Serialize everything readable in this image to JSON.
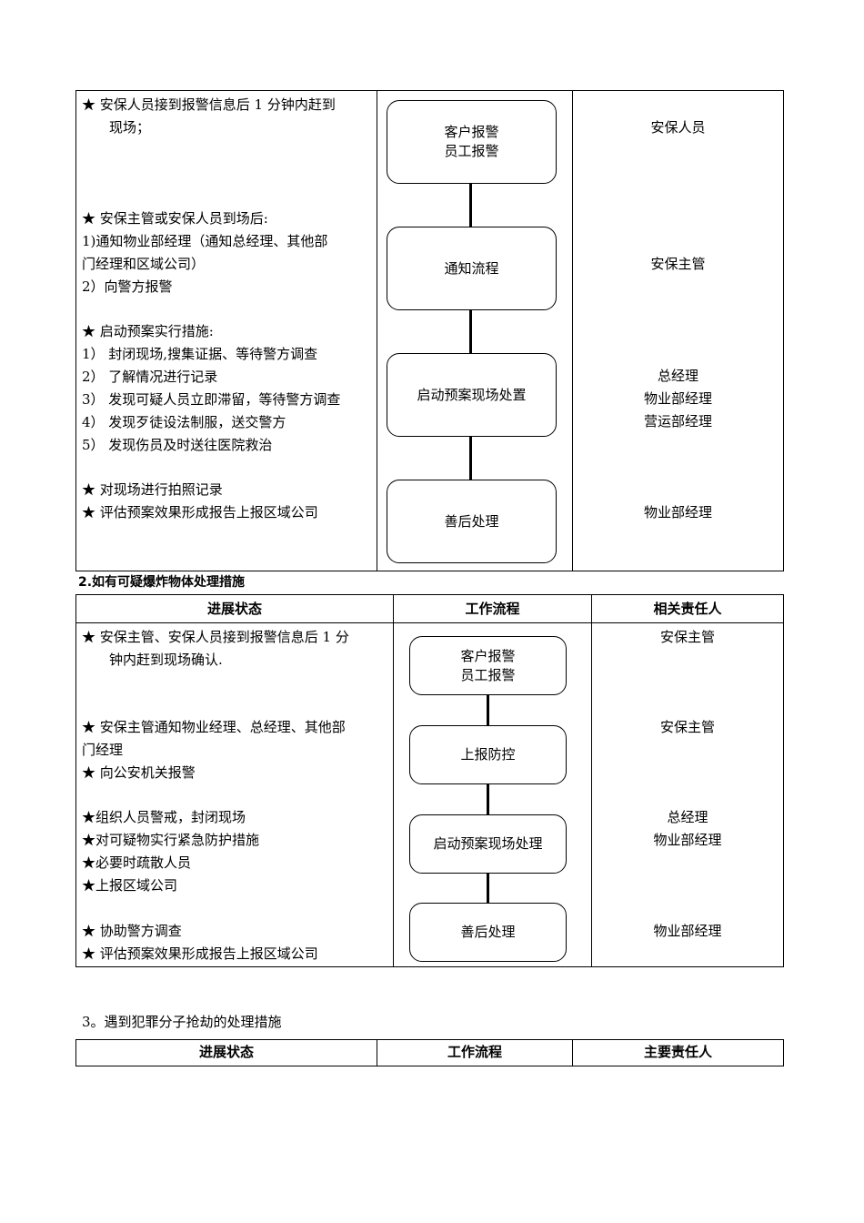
{
  "table1": {
    "status_lines_a": [
      "★  安保人员接到报警信息后 1 分钟内赶到",
      "现场；"
    ],
    "status_lines_b": [
      "★ 安保主管或安保人员到场后:",
      "1)通知物业部经理（通知总经理、其他部",
      "门经理和区域公司）",
      "2）向警方报警"
    ],
    "status_lines_c": [
      "★  启动预案实行措施:",
      "1） 封闭现场,搜集证据、等待警方调查",
      "2） 了解情况进行记录",
      "3） 发现可疑人员立即滞留，等待警方调查",
      "4） 发现歹徒设法制服，送交警方",
      "5） 发现伤员及时送往医院救治"
    ],
    "status_lines_d": [
      "★  对现场进行拍照记录",
      "★  评估预案效果形成报告上报区域公司"
    ],
    "flow": [
      {
        "lines": [
          "客户报警",
          "员工报警"
        ]
      },
      {
        "lines": [
          "通知流程"
        ]
      },
      {
        "lines": [
          "启动预案现场处置"
        ]
      },
      {
        "lines": [
          "善后处理"
        ]
      }
    ],
    "responsible": [
      [
        "安保人员"
      ],
      [
        "安保主管"
      ],
      [
        "总经理",
        "物业部经理",
        "营运部经理"
      ],
      [
        "物业部经理"
      ]
    ]
  },
  "section2": {
    "title": "2.如有可疑爆炸物体处理措施",
    "headers": [
      "进展状态",
      "工作流程",
      "相关责任人"
    ],
    "status_lines_a": [
      "★  安保主管、安保人员接到报警信息后 1 分",
      "钟内赶到现场确认."
    ],
    "status_lines_b": [
      "★ 安保主管通知物业经理、总经理、其他部",
      "门经理",
      "★ 向公安机关报警"
    ],
    "status_lines_c": [
      "★组织人员警戒，封闭现场",
      "★对可疑物实行紧急防护措施",
      "★必要时疏散人员",
      "★上报区域公司"
    ],
    "status_lines_d": [
      "★  协助警方调查",
      "★  评估预案效果形成报告上报区域公司"
    ],
    "flow": [
      {
        "lines": [
          "客户报警",
          "员工报警"
        ]
      },
      {
        "lines": [
          "上报防控"
        ]
      },
      {
        "lines": [
          "启动预案现场处理"
        ]
      },
      {
        "lines": [
          "善后处理"
        ]
      }
    ],
    "responsible": [
      [
        "安保主管"
      ],
      [
        "安保主管"
      ],
      [
        "总经理",
        "物业部经理"
      ],
      [
        "物业部经理"
      ]
    ]
  },
  "section3": {
    "title": "3。遇到犯罪分子抢劫的处理措施",
    "headers": [
      "进展状态",
      "工作流程",
      "主要责任人"
    ]
  }
}
